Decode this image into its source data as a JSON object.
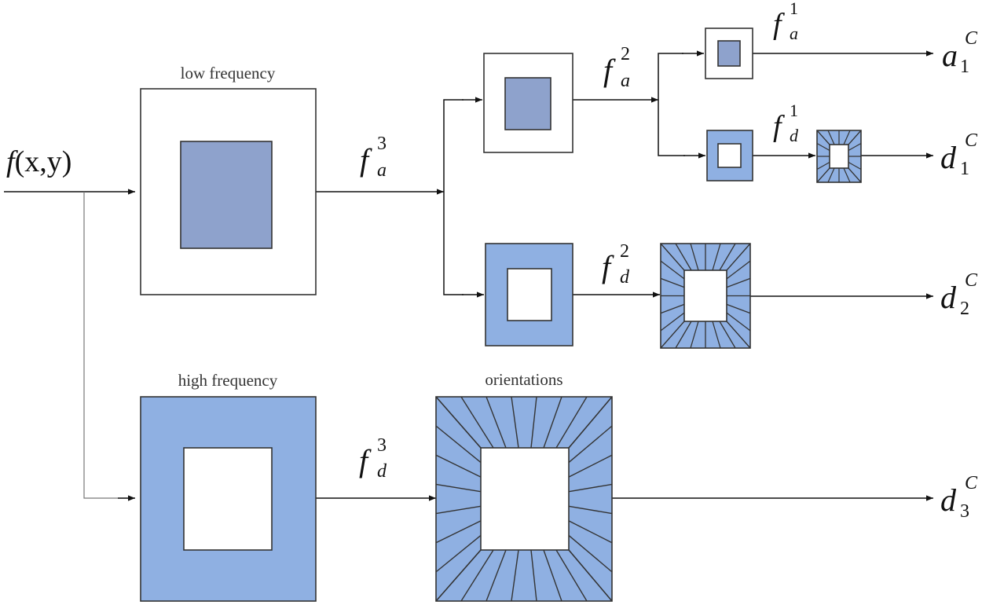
{
  "labels": {
    "low_frequency": "low frequency",
    "high_frequency": "high frequency",
    "orientations": "orientations"
  },
  "input": {
    "base": "f",
    "args": "(x,y)"
  },
  "filters": {
    "fa3": {
      "base": "f",
      "sup": "3",
      "sub": "a"
    },
    "fa2": {
      "base": "f",
      "sup": "2",
      "sub": "a"
    },
    "fa1": {
      "base": "f",
      "sup": "1",
      "sub": "a"
    },
    "fd1": {
      "base": "f",
      "sup": "1",
      "sub": "d"
    },
    "fd2": {
      "base": "f",
      "sup": "2",
      "sub": "d"
    },
    "fd3": {
      "base": "f",
      "sup": "3",
      "sub": "d"
    }
  },
  "outputs": {
    "a1": {
      "base": "a",
      "sup": "C",
      "sub": "1"
    },
    "d1": {
      "base": "d",
      "sup": "C",
      "sub": "1"
    },
    "d2": {
      "base": "d",
      "sup": "C",
      "sub": "2"
    },
    "d3": {
      "base": "d",
      "sup": "C",
      "sub": "3"
    }
  },
  "colors": {
    "fill_light": "#8fb0e2",
    "fill_dark": "#8ea2cc",
    "stroke": "#333333",
    "line": "#111111",
    "connector": "#777777"
  }
}
